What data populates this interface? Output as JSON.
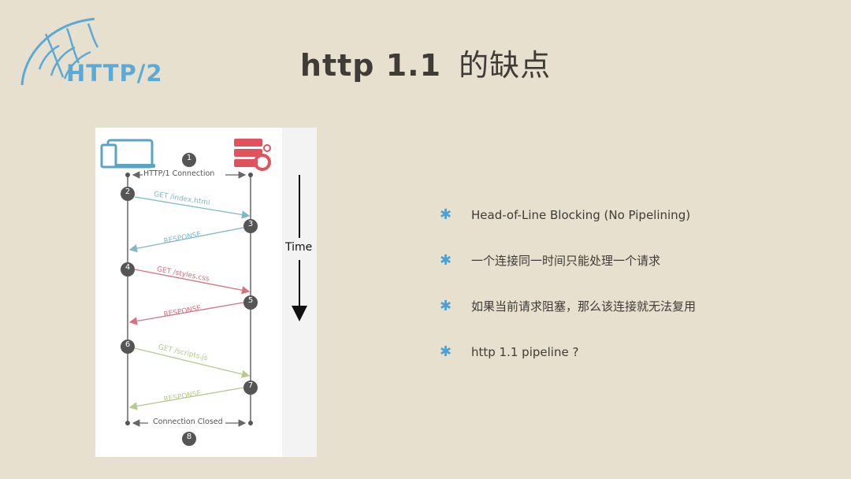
{
  "logo": {
    "text": "HTTP/2",
    "color": "#5baad6"
  },
  "title": {
    "en": "http 1.1",
    "zh": "的缺点"
  },
  "diagram": {
    "connection_label": "HTTP/1 Connection",
    "closed_label": "Connection Closed",
    "time_label": "Time",
    "steps": [
      "1",
      "2",
      "3",
      "4",
      "5",
      "6",
      "7",
      "8"
    ],
    "messages": [
      {
        "label": "GET /index.html",
        "direction": "client-to-server",
        "color": "#7fb7c6"
      },
      {
        "label": "RESPONSE",
        "direction": "server-to-client",
        "color": "#7fb7c6"
      },
      {
        "label": "GET /styles.css",
        "direction": "client-to-server",
        "color": "#d9707e"
      },
      {
        "label": "RESPONSE",
        "direction": "server-to-client",
        "color": "#d9707e"
      },
      {
        "label": "GET /scripts.js",
        "direction": "client-to-server",
        "color": "#b6c98f"
      },
      {
        "label": "RESPONSE",
        "direction": "server-to-client",
        "color": "#b6c98f"
      }
    ],
    "client_icon_color": "#5ba3c3",
    "server_icon_color": "#e0525d"
  },
  "bullets": {
    "marker": "✱",
    "items": [
      "Head-of-Line Blocking (No Pipelining)",
      "一个连接同一时间只能处理一个请求",
      "如果当前请求阻塞，那么该连接就无法复用",
      "http 1.1 pipeline ?"
    ]
  }
}
